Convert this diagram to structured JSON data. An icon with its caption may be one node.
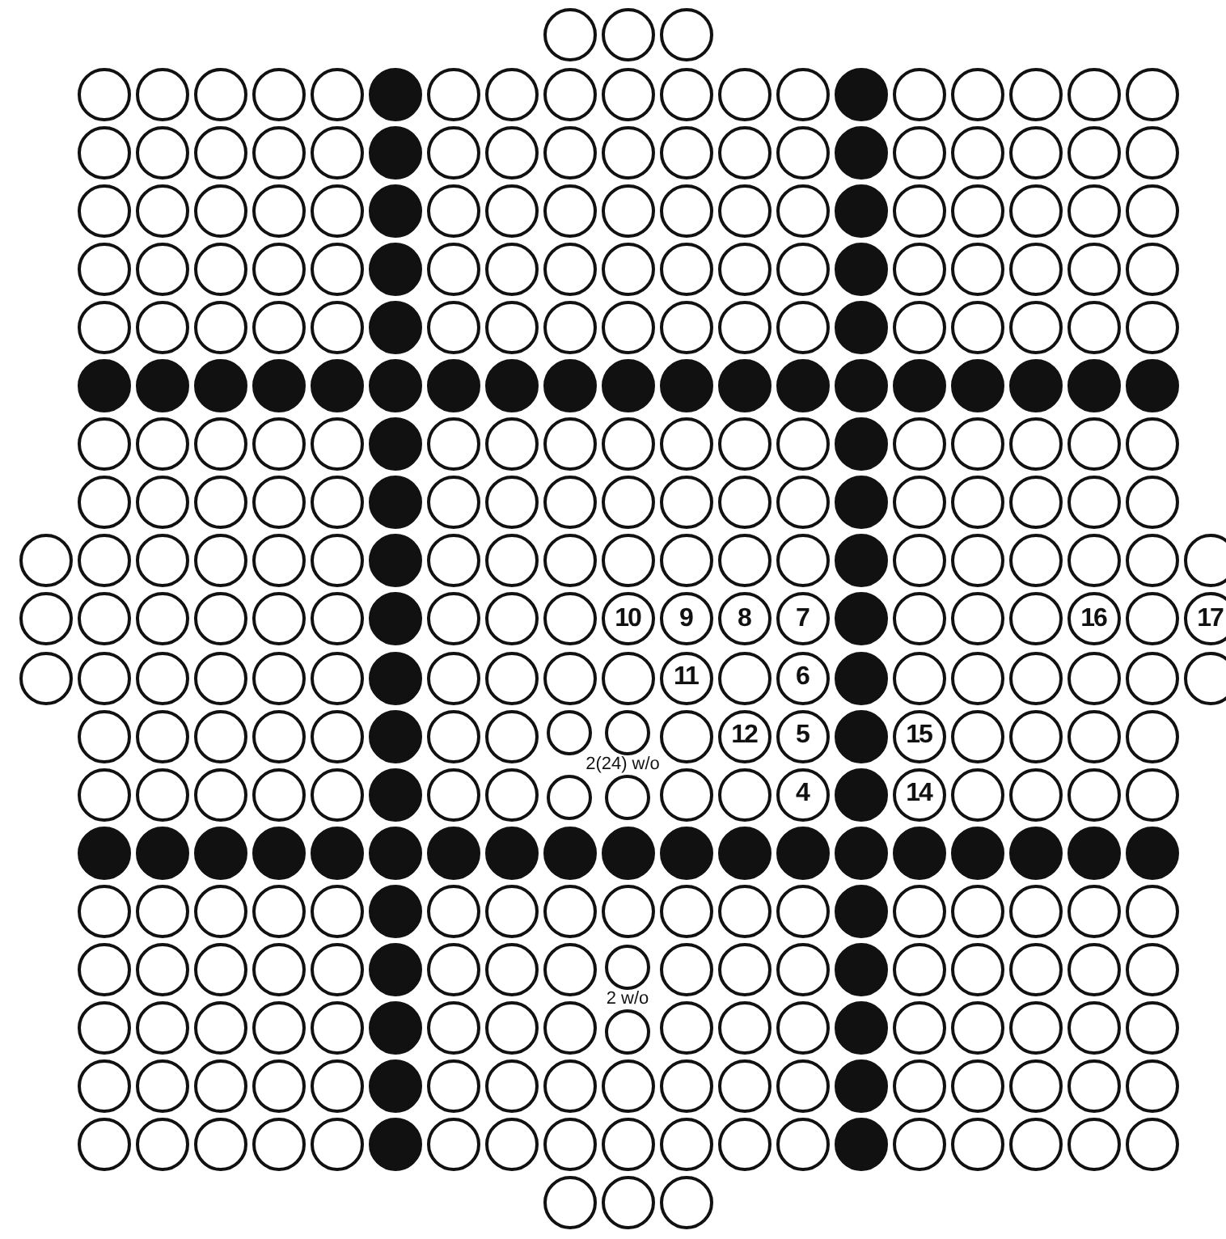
{
  "diagram": {
    "nodes": [
      {
        "text": [],
        "shape": "circle"
      },
      {
        "text": [],
        "shape": "circle"
      },
      {
        "text": [],
        "shape": "circle"
      },
      {
        "text": [],
        "shape": "circle"
      },
      {
        "text": [],
        "shape": "circle"
      },
      {
        "text": [],
        "shape": "circle"
      },
      {
        "text": [],
        "shape": "circle"
      },
      {
        "text": [],
        "shape": "circle"
      },
      {
        "text": [],
        "shape": "dot"
      },
      {
        "text": [],
        "shape": "circle"
      },
      {
        "text": [],
        "shape": "circle"
      },
      {
        "text": [],
        "shape": "circle"
      },
      {
        "text": [],
        "shape": "circle"
      },
      {
        "text": [],
        "shape": "circle"
      },
      {
        "text": [],
        "shape": "circle"
      },
      {
        "text": [],
        "shape": "circle"
      },
      {
        "text": [],
        "shape": "dot"
      },
      {
        "text": [],
        "shape": "circle"
      },
      {
        "text": [],
        "shape": "circle"
      },
      {
        "text": [],
        "shape": "circle"
      },
      {
        "text": [],
        "shape": "circle"
      },
      {
        "text": [],
        "shape": "circle"
      },
      {
        "text": [],
        "shape": "circle"
      },
      {
        "text": [],
        "shape": "circle"
      },
      {
        "text": [],
        "shape": "circle"
      },
      {
        "text": [],
        "shape": "circle"
      },
      {
        "text": [],
        "shape": "circle"
      },
      {
        "text": [],
        "shape": "dot"
      },
      {
        "text": [],
        "shape": "circle"
      },
      {
        "text": [],
        "shape": "circle"
      },
      {
        "text": [],
        "shape": "circle"
      },
      {
        "text": [],
        "shape": "circle"
      },
      {
        "text": [],
        "shape": "circle"
      },
      {
        "text": [],
        "shape": "circle"
      },
      {
        "text": [],
        "shape": "circle"
      },
      {
        "text": [],
        "shape": "dot"
      },
      {
        "text": [],
        "shape": "circle"
      },
      {
        "text": [],
        "shape": "circle"
      },
      {
        "text": [],
        "shape": "circle"
      },
      {
        "text": [],
        "shape": "circle"
      },
      {
        "text": [],
        "shape": "circle"
      },
      {
        "text": [],
        "shape": "circle"
      },
      {
        "text": [],
        "shape": "circle"
      },
      {
        "text": [],
        "shape": "circle"
      },
      {
        "text": [],
        "shape": "circle"
      },
      {
        "text": [],
        "shape": "circle"
      },
      {
        "text": [],
        "shape": "dot"
      },
      {
        "text": [],
        "shape": "circle"
      },
      {
        "text": [],
        "shape": "circle"
      },
      {
        "text": [],
        "shape": "circle"
      },
      {
        "text": [],
        "shape": "circle"
      },
      {
        "text": [],
        "shape": "circle"
      },
      {
        "text": [],
        "shape": "circle"
      },
      {
        "text": [],
        "shape": "circle"
      },
      {
        "text": [],
        "shape": "dot"
      },
      {
        "text": [],
        "shape": "circle"
      },
      {
        "text": [],
        "shape": "circle"
      },
      {
        "text": [],
        "shape": "circle"
      },
      {
        "text": [],
        "shape": "circle"
      },
      {
        "text": [],
        "shape": "circle"
      },
      {
        "text": [],
        "shape": "circle"
      },
      {
        "text": [],
        "shape": "circle"
      },
      {
        "text": [],
        "shape": "circle"
      },
      {
        "text": [],
        "shape": "circle"
      },
      {
        "text": [],
        "shape": "circle"
      },
      {
        "text": [],
        "shape": "dot"
      },
      {
        "text": [],
        "shape": "circle"
      },
      {
        "text": [],
        "shape": "circle"
      },
      {
        "text": [],
        "shape": "circle"
      },
      {
        "text": [],
        "shape": "circle"
      },
      {
        "text": [],
        "shape": "circle"
      },
      {
        "text": [],
        "shape": "circle"
      },
      {
        "text": [],
        "shape": "circle"
      },
      {
        "text": [],
        "shape": "dot"
      },
      {
        "text": [],
        "shape": "circle"
      },
      {
        "text": [],
        "shape": "circle"
      },
      {
        "text": [],
        "shape": "circle"
      },
      {
        "text": [],
        "shape": "circle"
      },
      {
        "text": [],
        "shape": "circle"
      },
      {
        "text": [],
        "shape": "circle"
      },
      {
        "text": [],
        "shape": "circle"
      },
      {
        "text": [],
        "shape": "circle"
      },
      {
        "text": [],
        "shape": "circle"
      },
      {
        "text": [],
        "shape": "circle"
      },
      {
        "text": [],
        "shape": "dot"
      },
      {
        "text": [],
        "shape": "circle"
      },
      {
        "text": [],
        "shape": "circle"
      },
      {
        "text": [],
        "shape": "circle"
      },
      {
        "text": [],
        "shape": "circle"
      },
      {
        "text": [],
        "shape": "circle"
      },
      {
        "text": [],
        "shape": "circle"
      },
      {
        "text": [],
        "shape": "circle"
      },
      {
        "text": [],
        "shape": "dot"
      },
      {
        "text": [],
        "shape": "circle"
      },
      {
        "text": [],
        "shape": "circle"
      },
      {
        "text": [],
        "shape": "circle"
      },
      {
        "text": [],
        "shape": "circle"
      },
      {
        "text": [],
        "shape": "circle"
      },
      {
        "text": [],
        "shape": "dot"
      },
      {
        "text": [],
        "shape": "dot"
      },
      {
        "text": [],
        "shape": "dot"
      },
      {
        "text": [],
        "shape": "dot"
      },
      {
        "text": [],
        "shape": "dot"
      },
      {
        "text": [],
        "shape": "dot"
      },
      {
        "text": [],
        "shape": "dot"
      },
      {
        "text": [],
        "shape": "dot"
      },
      {
        "text": [],
        "shape": "dot"
      },
      {
        "text": [],
        "shape": "dot"
      },
      {
        "text": [],
        "shape": "dot"
      },
      {
        "text": [],
        "shape": "dot"
      },
      {
        "text": [],
        "shape": "dot"
      },
      {
        "text": [],
        "shape": "dot"
      },
      {
        "text": [],
        "shape": "dot"
      },
      {
        "text": [],
        "shape": "dot"
      },
      {
        "text": [],
        "shape": "dot"
      },
      {
        "text": [],
        "shape": "dot"
      },
      {
        "text": [],
        "shape": "dot"
      },
      {
        "text": [],
        "shape": "circle"
      },
      {
        "text": [],
        "shape": "circle"
      },
      {
        "text": [],
        "shape": "circle"
      },
      {
        "text": [],
        "shape": "circle"
      },
      {
        "text": [],
        "shape": "circle"
      },
      {
        "text": [],
        "shape": "dot"
      },
      {
        "text": [],
        "shape": "circle"
      },
      {
        "text": [],
        "shape": "circle"
      },
      {
        "text": [],
        "shape": "circle"
      },
      {
        "text": [],
        "shape": "circle"
      },
      {
        "text": [],
        "shape": "circle"
      },
      {
        "text": [],
        "shape": "circle"
      },
      {
        "text": [],
        "shape": "circle"
      },
      {
        "text": [],
        "shape": "dot"
      },
      {
        "text": [],
        "shape": "circle"
      },
      {
        "text": [],
        "shape": "circle"
      },
      {
        "text": [],
        "shape": "circle"
      },
      {
        "text": [],
        "shape": "circle"
      },
      {
        "text": [],
        "shape": "circle"
      },
      {
        "text": [],
        "shape": "circle"
      },
      {
        "text": [],
        "shape": "circle"
      },
      {
        "text": [],
        "shape": "circle"
      },
      {
        "text": [],
        "shape": "circle"
      },
      {
        "text": [],
        "shape": "circle"
      },
      {
        "text": [],
        "shape": "dot"
      },
      {
        "text": [],
        "shape": "circle"
      },
      {
        "text": [],
        "shape": "circle"
      },
      {
        "text": [],
        "shape": "circle"
      },
      {
        "text": [],
        "shape": "circle"
      },
      {
        "text": [],
        "shape": "circle"
      },
      {
        "text": [],
        "shape": "circle"
      },
      {
        "text": [],
        "shape": "circle"
      },
      {
        "text": [],
        "shape": "dot"
      },
      {
        "text": [],
        "shape": "circle"
      },
      {
        "text": [],
        "shape": "circle"
      },
      {
        "text": [],
        "shape": "circle"
      },
      {
        "text": [],
        "shape": "circle"
      },
      {
        "text": [],
        "shape": "circle"
      },
      {
        "text": [],
        "shape": "circle"
      },
      {
        "text": [],
        "shape": "circle"
      },
      {
        "text": [],
        "shape": "circle"
      },
      {
        "text": [],
        "shape": "circle"
      },
      {
        "text": [],
        "shape": "circle"
      },
      {
        "text": [],
        "shape": "circle"
      },
      {
        "text": [],
        "shape": "dot"
      },
      {
        "text": [],
        "shape": "circle"
      },
      {
        "text": [],
        "shape": "circle"
      },
      {
        "text": [],
        "shape": "circle"
      },
      {
        "text": [],
        "shape": "circle"
      },
      {
        "text": [],
        "shape": "circle"
      },
      {
        "text": [],
        "shape": "circle"
      },
      {
        "text": [],
        "shape": "circle"
      },
      {
        "text": [],
        "shape": "dot"
      },
      {
        "text": [],
        "shape": "circle"
      },
      {
        "text": [],
        "shape": "circle"
      },
      {
        "text": [],
        "shape": "circle"
      },
      {
        "text": [],
        "shape": "circle"
      },
      {
        "text": [],
        "shape": "circle"
      },
      {
        "text": [],
        "shape": "circle"
      },
      {
        "text": [],
        "shape": "circle"
      },
      {
        "text": [],
        "shape": "circle"
      },
      {
        "text": [],
        "shape": "circle"
      },
      {
        "text": [],
        "shape": "circle"
      },
      {
        "text": [],
        "shape": "circle"
      },
      {
        "text": [],
        "shape": "circle"
      },
      {
        "text": [],
        "shape": "dot"
      },
      {
        "text": [],
        "shape": "circle"
      },
      {
        "text": [],
        "shape": "circle"
      },
      {
        "text": [],
        "shape": "circle"
      },
      {
        "text": [
          "10"
        ]
      },
      {
        "text": [
          "9"
        ]
      },
      {
        "text": [
          "8"
        ]
      },
      {
        "text": [
          "7"
        ]
      },
      {
        "text": [],
        "shape": "dot"
      },
      {
        "text": [],
        "shape": "circle"
      },
      {
        "text": [],
        "shape": "circle"
      },
      {
        "text": [],
        "shape": "circle"
      },
      {
        "text": [
          "16"
        ]
      },
      {
        "text": [],
        "shape": "circle"
      },
      {
        "text": [
          "17"
        ]
      },
      {
        "text": [],
        "shape": "circle"
      },
      {
        "text": [],
        "shape": "circle"
      },
      {
        "text": [],
        "shape": "circle"
      },
      {
        "text": [],
        "shape": "circle"
      },
      {
        "text": [],
        "shape": "circle"
      },
      {
        "text": [],
        "shape": "circle"
      },
      {
        "text": [],
        "shape": "dot"
      },
      {
        "text": [],
        "shape": "circle"
      },
      {
        "text": [],
        "shape": "circle"
      },
      {
        "text": [],
        "shape": "circle"
      },
      {
        "text": [],
        "shape": "circle"
      },
      {
        "text": [
          "11"
        ]
      },
      {
        "text": [],
        "shape": "circle"
      },
      {
        "text": [
          "6"
        ]
      },
      {
        "text": [],
        "shape": "dot"
      },
      {
        "text": [],
        "shape": "circle"
      },
      {
        "text": [],
        "shape": "circle"
      },
      {
        "text": [],
        "shape": "circle"
      },
      {
        "text": [],
        "shape": "circle"
      },
      {
        "text": [],
        "shape": "circle"
      },
      {
        "text": [],
        "shape": "circle"
      },
      {
        "text": [],
        "shape": "circle"
      },
      {
        "text": [],
        "shape": "circle"
      },
      {
        "text": [],
        "shape": "circle"
      },
      {
        "text": [],
        "shape": "circle"
      },
      {
        "text": [],
        "shape": "circle"
      },
      {
        "text": [],
        "shape": "dot"
      },
      {
        "text": [],
        "shape": "circle"
      },
      {
        "text": [],
        "shape": "circle"
      },
      {
        "text": [],
        "shape": "circle"
      },
      {
        "text": [],
        "shape": "circle"
      },
      {
        "text": [],
        "shape": "circle"
      },
      {
        "text": [
          "12"
        ]
      },
      {
        "text": [
          "5"
        ]
      },
      {
        "text": [],
        "shape": "dot"
      },
      {
        "text": [
          "15"
        ]
      },
      {
        "text": [],
        "shape": "circle"
      },
      {
        "text": [],
        "shape": "circle"
      },
      {
        "text": [],
        "shape": "circle"
      },
      {
        "text": [],
        "shape": "circle"
      },
      {
        "text": [],
        "shape": "circle"
      },
      {
        "text": [],
        "shape": "circle"
      },
      {
        "text": [],
        "shape": "circle"
      },
      {
        "text": [],
        "shape": "circle"
      },
      {
        "text": [],
        "shape": "circle"
      },
      {
        "text": [],
        "shape": "dot"
      },
      {
        "text": [],
        "shape": "circle"
      },
      {
        "text": [],
        "shape": "circle"
      },
      {
        "text": [],
        "shape": "circle"
      },
      {
        "text": [],
        "shape": "circle"
      },
      {
        "text": [],
        "shape": "circle"
      },
      {
        "text": [],
        "shape": "circle"
      },
      {
        "text": [
          "4"
        ]
      },
      {
        "text": [],
        "shape": "dot"
      },
      {
        "text": [
          "14"
        ]
      },
      {
        "text": [],
        "shape": "circle"
      },
      {
        "text": [],
        "shape": "circle"
      },
      {
        "text": [],
        "shape": "circle"
      },
      {
        "text": [],
        "shape": "circle"
      },
      {
        "text": [],
        "shape": "dot"
      },
      {
        "text": [],
        "shape": "dot"
      },
      {
        "text": [],
        "shape": "dot"
      },
      {
        "text": [],
        "shape": "dot"
      },
      {
        "text": [],
        "shape": "dot"
      },
      {
        "text": [],
        "shape": "dot"
      },
      {
        "text": [],
        "shape": "dot"
      },
      {
        "text": [],
        "shape": "dot"
      },
      {
        "text": [],
        "shape": "dot"
      },
      {
        "text": [],
        "shape": "dot"
      },
      {
        "text": [],
        "shape": "dot"
      },
      {
        "text": [],
        "shape": "dot"
      },
      {
        "text": [],
        "shape": "dot"
      },
      {
        "text": [],
        "shape": "dot"
      },
      {
        "text": [],
        "shape": "dot"
      },
      {
        "text": [],
        "shape": "dot"
      },
      {
        "text": [],
        "shape": "dot"
      },
      {
        "text": [],
        "shape": "dot"
      },
      {
        "text": [],
        "shape": "dot"
      },
      {
        "text": [],
        "shape": "circle"
      },
      {
        "text": [],
        "shape": "circle"
      },
      {
        "text": [],
        "shape": "circle"
      },
      {
        "text": [],
        "shape": "circle"
      },
      {
        "text": [],
        "shape": "circle"
      },
      {
        "text": [],
        "shape": "dot"
      },
      {
        "text": [],
        "shape": "circle"
      },
      {
        "text": [],
        "shape": "circle"
      },
      {
        "text": [],
        "shape": "circle"
      },
      {
        "text": [],
        "shape": "circle"
      },
      {
        "text": [],
        "shape": "circle"
      },
      {
        "text": [],
        "shape": "circle"
      },
      {
        "text": [],
        "shape": "circle"
      },
      {
        "text": [],
        "shape": "dot"
      },
      {
        "text": [],
        "shape": "circle"
      },
      {
        "text": [],
        "shape": "circle"
      },
      {
        "text": [],
        "shape": "circle"
      },
      {
        "text": [],
        "shape": "circle"
      },
      {
        "text": [],
        "shape": "circle"
      },
      {
        "text": [],
        "shape": "circle"
      },
      {
        "text": [],
        "shape": "circle"
      },
      {
        "text": [],
        "shape": "circle"
      },
      {
        "text": [],
        "shape": "circle"
      },
      {
        "text": [],
        "shape": "circle"
      },
      {
        "text": [],
        "shape": "dot"
      },
      {
        "text": [],
        "shape": "circle"
      },
      {
        "text": [],
        "shape": "circle"
      },
      {
        "text": [],
        "shape": "circle"
      },
      {
        "text": [],
        "shape": "circle"
      },
      {
        "text": [],
        "shape": "circle"
      },
      {
        "text": [],
        "shape": "circle"
      },
      {
        "text": [],
        "shape": "circle"
      },
      {
        "text": [],
        "shape": "dot"
      },
      {
        "text": [],
        "shape": "circle"
      },
      {
        "text": [],
        "shape": "circle"
      },
      {
        "text": [],
        "shape": "circle"
      },
      {
        "text": [],
        "shape": "circle"
      },
      {
        "text": [],
        "shape": "circle"
      },
      {
        "text": [],
        "shape": "circle"
      },
      {
        "text": [],
        "shape": "circle"
      },
      {
        "text": [],
        "shape": "circle"
      },
      {
        "text": [],
        "shape": "circle"
      },
      {
        "text": [],
        "shape": "circle"
      },
      {
        "text": [],
        "shape": "dot"
      },
      {
        "text": [],
        "shape": "circle"
      },
      {
        "text": [],
        "shape": "circle"
      },
      {
        "text": [],
        "shape": "circle"
      },
      {
        "text": [],
        "shape": "circle"
      },
      {
        "text": [],
        "shape": "circle"
      },
      {
        "text": [],
        "shape": "circle"
      },
      {
        "text": [],
        "shape": "circle"
      },
      {
        "text": [],
        "shape": "dot"
      },
      {
        "text": [],
        "shape": "circle"
      },
      {
        "text": [],
        "shape": "circle"
      },
      {
        "text": [],
        "shape": "circle"
      },
      {
        "text": [],
        "shape": "circle"
      },
      {
        "text": [],
        "shape": "circle"
      },
      {
        "text": [],
        "shape": "circle"
      },
      {
        "text": [],
        "shape": "circle"
      },
      {
        "text": [],
        "shape": "circle"
      },
      {
        "text": [],
        "shape": "circle"
      },
      {
        "text": [],
        "shape": "circle"
      },
      {
        "text": [],
        "shape": "dot"
      },
      {
        "text": [],
        "shape": "circle"
      },
      {
        "text": [],
        "shape": "circle"
      },
      {
        "text": [],
        "shape": "circle"
      },
      {
        "text": [],
        "shape": "circle"
      },
      {
        "text": [],
        "shape": "circle"
      },
      {
        "text": [],
        "shape": "circle"
      },
      {
        "text": [],
        "shape": "circle"
      },
      {
        "text": [],
        "shape": "dot"
      },
      {
        "text": [],
        "shape": "circle"
      },
      {
        "text": [],
        "shape": "circle"
      },
      {
        "text": [],
        "shape": "circle"
      },
      {
        "text": [],
        "shape": "circle"
      },
      {
        "text": [],
        "shape": "circle"
      },
      {
        "text": [],
        "shape": "circle"
      },
      {
        "text": [],
        "shape": "circle"
      },
      {
        "text": [],
        "shape": "circle"
      },
      {
        "text": [],
        "shape": "circle"
      },
      {
        "text": [],
        "shape": "circle"
      },
      {
        "text": [],
        "shape": "dot"
      },
      {
        "text": [],
        "shape": "circle"
      },
      {
        "text": [],
        "shape": "circle"
      },
      {
        "text": [],
        "shape": "circle"
      },
      {
        "text": [],
        "shape": "circle"
      },
      {
        "text": [],
        "shape": "circle"
      },
      {
        "text": [],
        "shape": "circle"
      },
      {
        "text": [],
        "shape": "circle"
      },
      {
        "text": [],
        "shape": "dot"
      },
      {
        "text": [],
        "shape": "circle"
      },
      {
        "text": [],
        "shape": "circle"
      },
      {
        "text": [],
        "shape": "circle"
      },
      {
        "text": [],
        "shape": "circle"
      },
      {
        "text": [],
        "shape": "circle"
      },
      {
        "text": [],
        "shape": "circle"
      },
      {
        "text": [],
        "shape": "circle"
      },
      {
        "text": [],
        "shape": "circle"
      }
    ],
    "labels": [
      "2(24) w/o",
      "2 w/o"
    ]
  }
}
